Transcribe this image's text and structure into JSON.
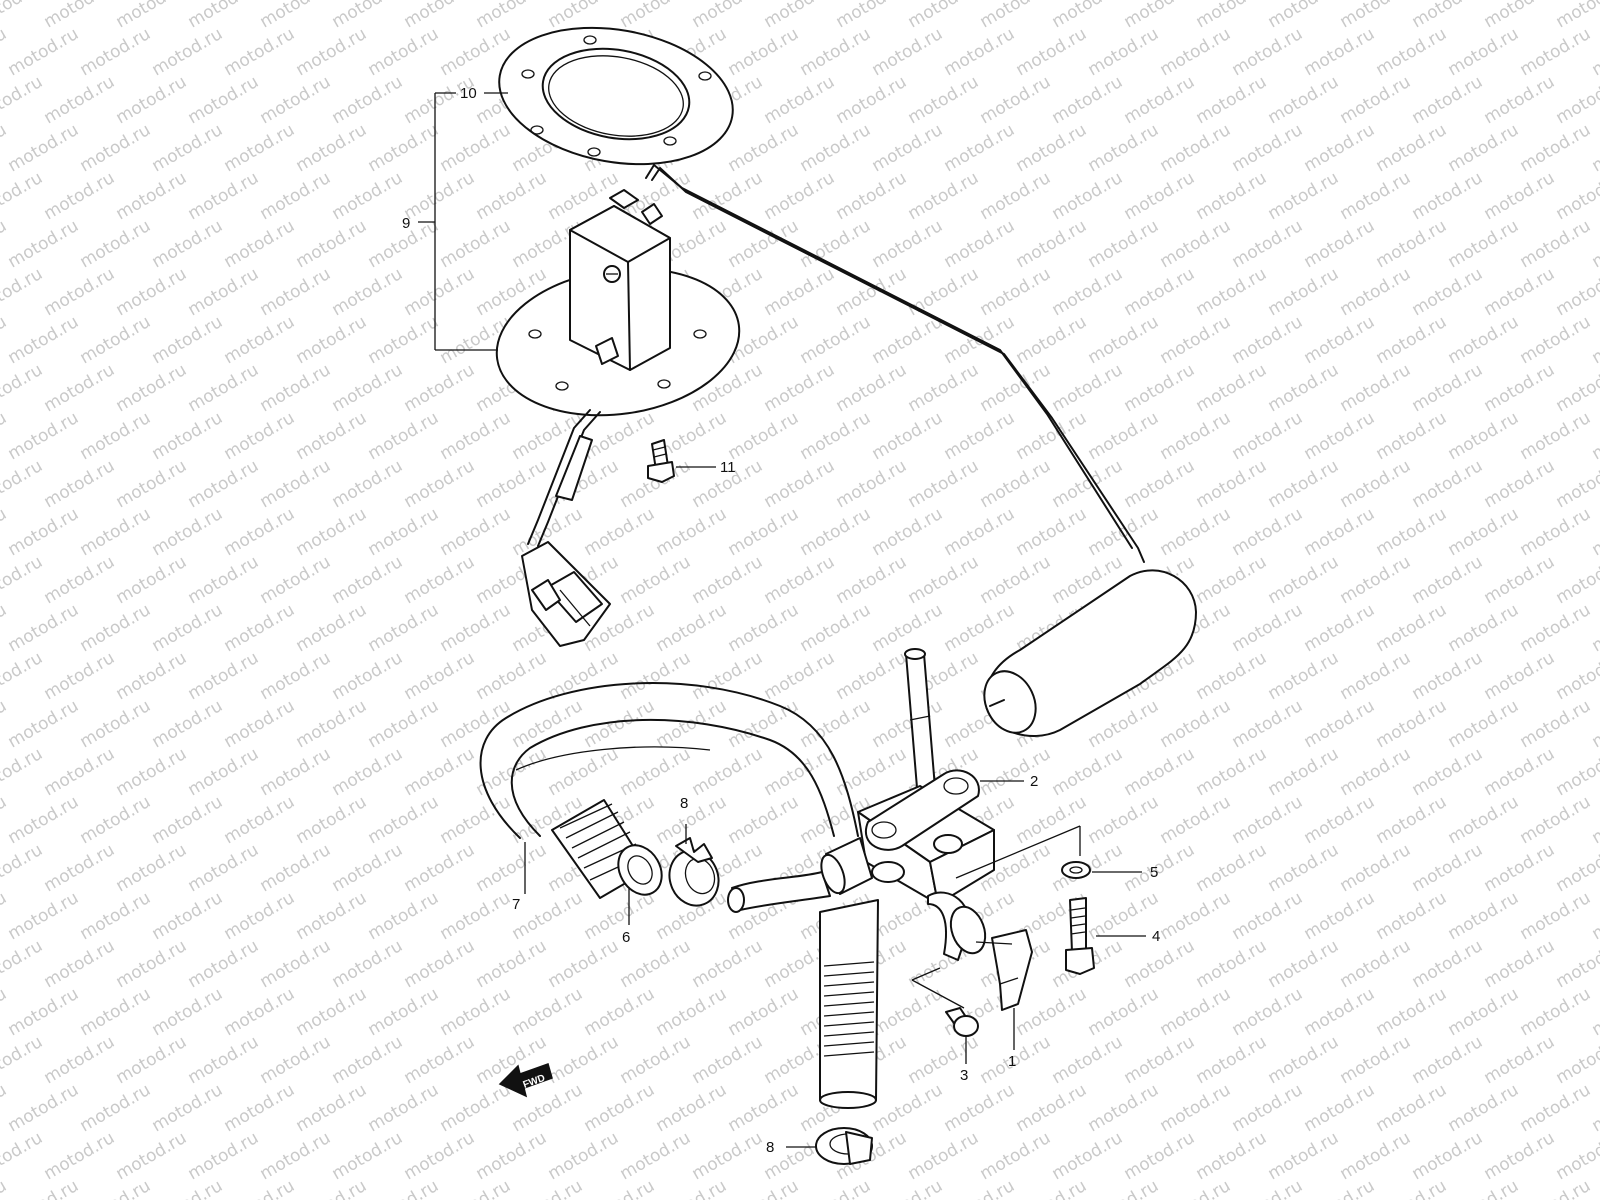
{
  "watermark": {
    "text": "motod.ru"
  },
  "direction_marker": {
    "text": "FWD"
  },
  "callouts": {
    "c1": "1",
    "c2": "2",
    "c3": "3",
    "c4": "4",
    "c5": "5",
    "c6": "6",
    "c7": "7",
    "c8a": "8",
    "c8b": "8",
    "c9": "9",
    "c10": "10",
    "c11": "11"
  }
}
